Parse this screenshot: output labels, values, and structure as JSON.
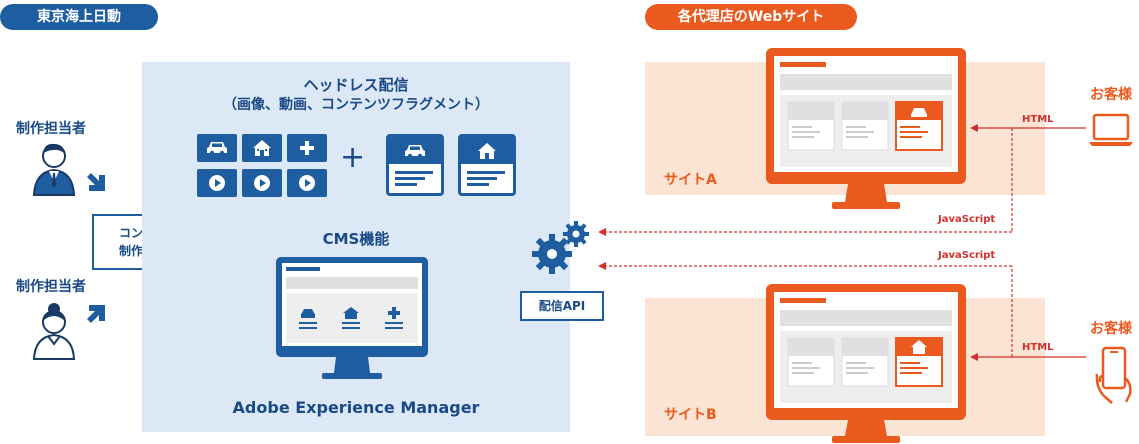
{
  "header": {
    "left_pill": "東京海上日動",
    "right_pill": "各代理店のWebサイト"
  },
  "left": {
    "author_top": "制作担当者",
    "author_bottom": "制作担当者",
    "content_box_line1": "コンテンツ",
    "content_box_line2": "制作・投稿"
  },
  "aem": {
    "headless_line1": "ヘッドレス配信",
    "headless_line2": "（画像、動画、コンテンツフラグメント）",
    "plus": "+",
    "cms_label": "CMS機能",
    "product": "Adobe Experience Manager"
  },
  "api": {
    "label": "配信API"
  },
  "sites": {
    "site_a": "サイトA",
    "site_b": "サイトB"
  },
  "customers": {
    "top": "お客様",
    "bottom": "お客様",
    "html_top": "HTML",
    "html_bottom": "HTML",
    "js_top": "JavaScript",
    "js_bottom": "JavaScript"
  },
  "colors": {
    "navy": "#1e5d9f",
    "orange": "#ea5a1e",
    "light_blue_panel": "#dce8f5",
    "light_orange_panel": "#fbe4d3",
    "arrow_red": "#d0312d"
  }
}
